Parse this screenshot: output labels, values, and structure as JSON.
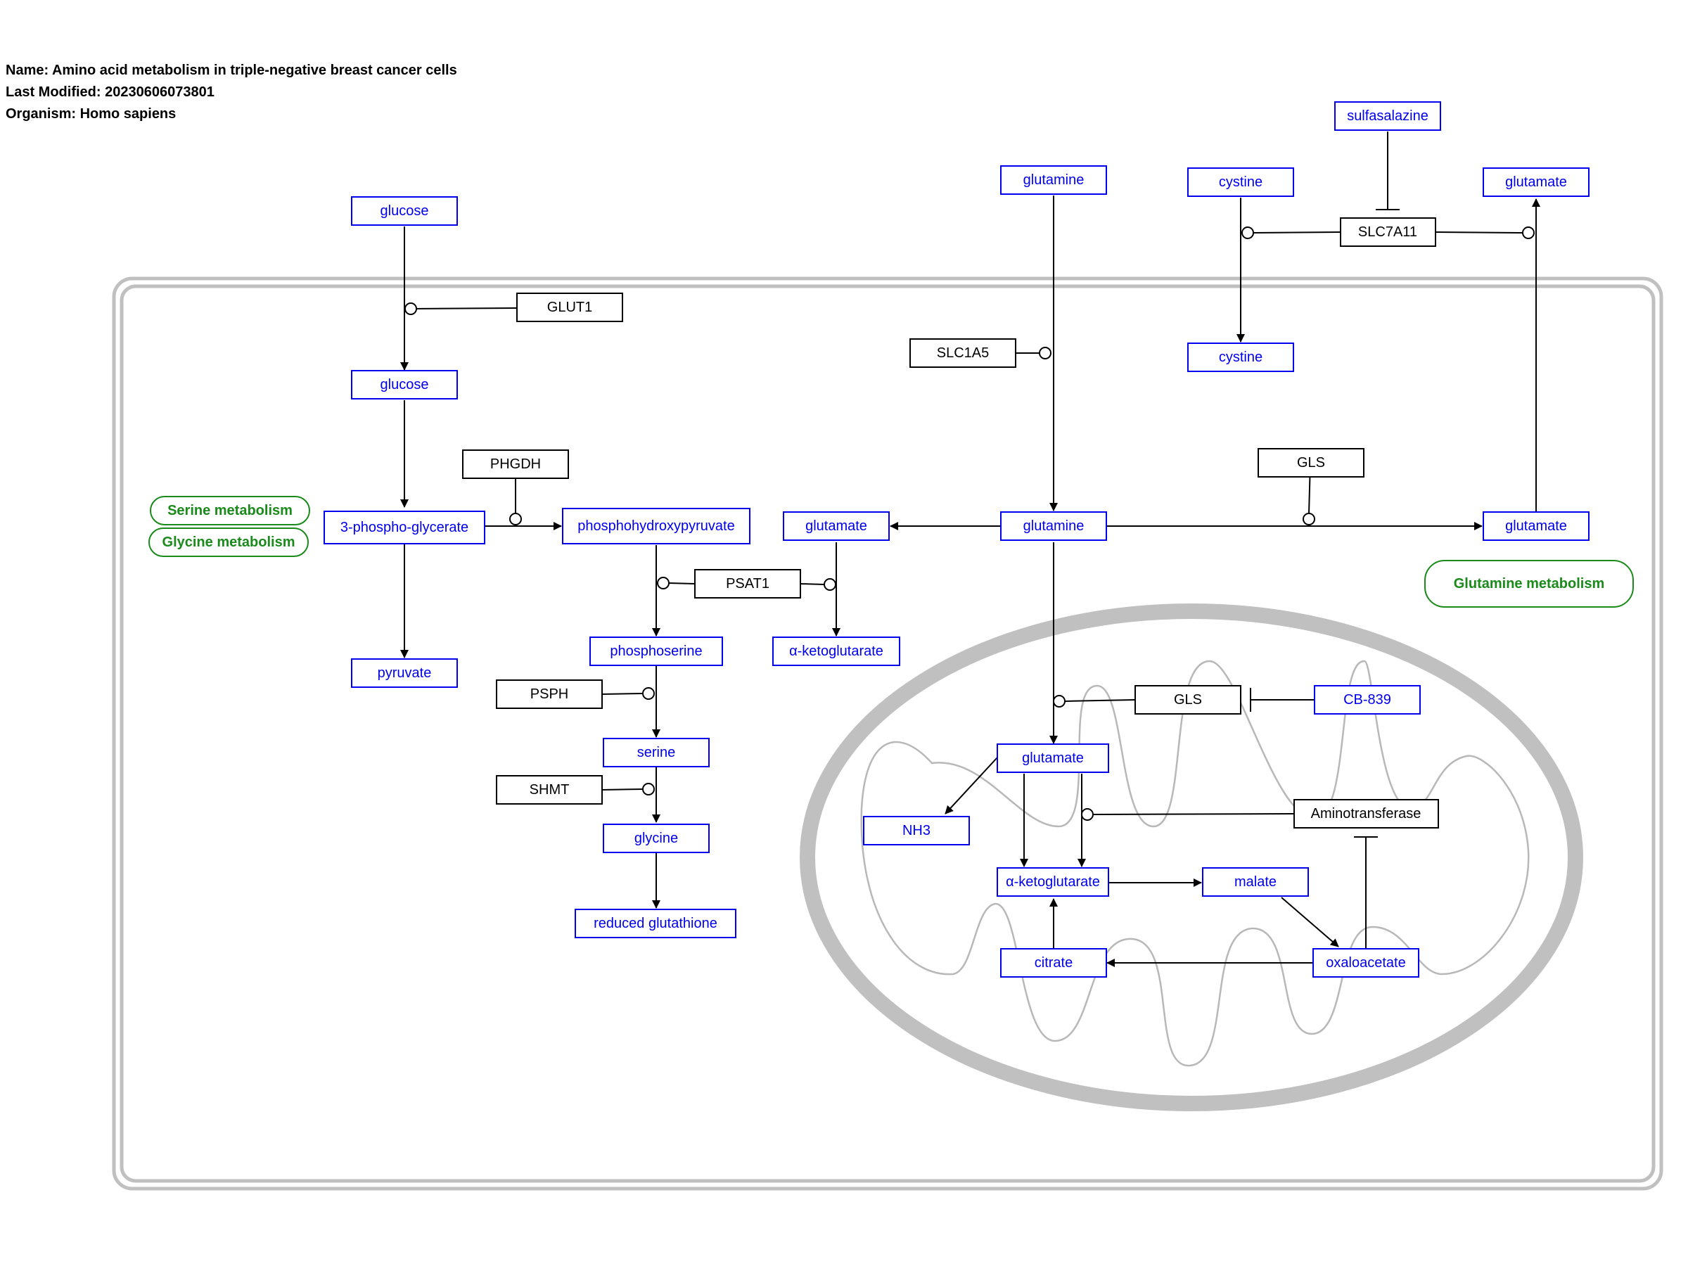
{
  "info": {
    "name": "Name: Amino acid metabolism in triple-negative breast cancer cells",
    "modified": "Last Modified: 20230606073801",
    "organism": "Organism: Homo sapiens"
  },
  "colors": {
    "metabolite": "#0000ee",
    "gene": "#000000",
    "pathway": "#1a8a1a",
    "membrane": "#c0c0c0",
    "cristae": "#b8b8b8"
  },
  "metabolites": [
    {
      "id": "m_glucose_out",
      "label": "glucose"
    },
    {
      "id": "m_glucose_in",
      "label": "glucose"
    },
    {
      "id": "m_3pg",
      "label": "3-phospho-glycerate"
    },
    {
      "id": "m_pyruvate",
      "label": "pyruvate"
    },
    {
      "id": "m_php",
      "label": "phosphohydroxypyruvate"
    },
    {
      "id": "m_phosphoserine",
      "label": "phosphoserine"
    },
    {
      "id": "m_serine",
      "label": "serine"
    },
    {
      "id": "m_glycine",
      "label": "glycine"
    },
    {
      "id": "m_gsh",
      "label": "reduced glutathione"
    },
    {
      "id": "m_glutamine_out",
      "label": "glutamine"
    },
    {
      "id": "m_glutamine_in",
      "label": "glutamine"
    },
    {
      "id": "m_glutamate_cyt_left",
      "label": "glutamate"
    },
    {
      "id": "m_akg_cyt",
      "label": "α-ketoglutarate"
    },
    {
      "id": "m_glutamate_cyt_right",
      "label": "glutamate"
    },
    {
      "id": "m_glutamate_out",
      "label": "glutamate"
    },
    {
      "id": "m_cystine_out",
      "label": "cystine"
    },
    {
      "id": "m_cystine_in",
      "label": "cystine"
    },
    {
      "id": "m_sulfasalazine",
      "label": "sulfasalazine"
    },
    {
      "id": "m_cb839",
      "label": "CB-839"
    },
    {
      "id": "m_glutamate_mito",
      "label": "glutamate"
    },
    {
      "id": "m_nh3",
      "label": "NH3"
    },
    {
      "id": "m_akg_mito",
      "label": "α-ketoglutarate"
    },
    {
      "id": "m_malate",
      "label": "malate"
    },
    {
      "id": "m_oaa",
      "label": "oxaloacetate"
    },
    {
      "id": "m_citrate",
      "label": "citrate"
    }
  ],
  "genes": [
    {
      "id": "g_glut1",
      "label": "GLUT1"
    },
    {
      "id": "g_phgdh",
      "label": "PHGDH"
    },
    {
      "id": "g_psat1",
      "label": "PSAT1"
    },
    {
      "id": "g_psph",
      "label": "PSPH"
    },
    {
      "id": "g_shmt",
      "label": "SHMT"
    },
    {
      "id": "g_slc1a5",
      "label": "SLC1A5"
    },
    {
      "id": "g_slc7a11",
      "label": "SLC7A11"
    },
    {
      "id": "g_gls_cyt",
      "label": "GLS"
    },
    {
      "id": "g_gls_mito",
      "label": "GLS"
    },
    {
      "id": "g_aminotransferase",
      "label": "Aminotransferase"
    }
  ],
  "pathways": [
    {
      "id": "p_serine",
      "label": "Serine metabolism"
    },
    {
      "id": "p_glycine",
      "label": "Glycine metabolism"
    },
    {
      "id": "p_glutamine",
      "label": "Glutamine metabolism"
    }
  ],
  "interactions": [
    {
      "from": "m_glucose_out",
      "to": "m_glucose_in",
      "type": "conversion"
    },
    {
      "from": "g_glut1",
      "to": "m_glucose_out>m_glucose_in",
      "type": "catalysis"
    },
    {
      "from": "m_glucose_in",
      "to": "m_3pg",
      "type": "conversion"
    },
    {
      "from": "m_3pg",
      "to": "m_pyruvate",
      "type": "conversion"
    },
    {
      "from": "m_3pg",
      "to": "m_php",
      "type": "conversion"
    },
    {
      "from": "g_phgdh",
      "to": "m_3pg>m_php",
      "type": "catalysis"
    },
    {
      "from": "m_php",
      "to": "m_phosphoserine",
      "type": "conversion"
    },
    {
      "from": "g_psat1",
      "to": "m_php>m_phosphoserine",
      "type": "catalysis"
    },
    {
      "from": "m_phosphoserine",
      "to": "m_serine",
      "type": "conversion"
    },
    {
      "from": "g_psph",
      "to": "m_phosphoserine>m_serine",
      "type": "catalysis"
    },
    {
      "from": "m_serine",
      "to": "m_glycine",
      "type": "conversion"
    },
    {
      "from": "g_shmt",
      "to": "m_serine>m_glycine",
      "type": "catalysis"
    },
    {
      "from": "m_glycine",
      "to": "m_gsh",
      "type": "conversion"
    },
    {
      "from": "m_glutamine_out",
      "to": "m_glutamine_in",
      "type": "conversion"
    },
    {
      "from": "g_slc1a5",
      "to": "m_glutamine_out>m_glutamine_in",
      "type": "catalysis"
    },
    {
      "from": "m_glutamine_in",
      "to": "m_glutamate_cyt_left",
      "type": "conversion"
    },
    {
      "from": "m_glutamate_cyt_left",
      "to": "m_akg_cyt",
      "type": "conversion"
    },
    {
      "from": "g_psat1",
      "to": "m_glutamate_cyt_left>m_akg_cyt",
      "type": "catalysis"
    },
    {
      "from": "m_glutamine_in",
      "to": "m_glutamate_cyt_right",
      "type": "conversion"
    },
    {
      "from": "g_gls_cyt",
      "to": "m_glutamine_in>m_glutamate_cyt_right",
      "type": "catalysis"
    },
    {
      "from": "m_glutamate_cyt_right",
      "to": "m_glutamate_out",
      "type": "conversion"
    },
    {
      "from": "m_cystine_out",
      "to": "m_cystine_in",
      "type": "conversion"
    },
    {
      "from": "g_slc7a11",
      "to": "m_cystine_out>m_cystine_in",
      "type": "catalysis"
    },
    {
      "from": "g_slc7a11",
      "to": "m_glutamate_cyt_right>m_glutamate_out",
      "type": "catalysis"
    },
    {
      "from": "m_sulfasalazine",
      "to": "g_slc7a11",
      "type": "inhibition"
    },
    {
      "from": "m_glutamine_in",
      "to": "m_glutamate_mito",
      "type": "conversion"
    },
    {
      "from": "g_gls_mito",
      "to": "m_glutamine_in>m_glutamate_mito",
      "type": "catalysis"
    },
    {
      "from": "m_cb839",
      "to": "g_gls_mito",
      "type": "inhibition"
    },
    {
      "from": "m_glutamate_mito",
      "to": "m_nh3",
      "type": "conversion"
    },
    {
      "from": "m_glutamate_mito",
      "to": "m_akg_mito",
      "type": "conversion"
    },
    {
      "from": "g_aminotransferase",
      "to": "m_glutamate_mito>m_akg_mito",
      "type": "catalysis"
    },
    {
      "from": "m_akg_mito",
      "to": "m_malate",
      "type": "conversion"
    },
    {
      "from": "m_malate",
      "to": "m_oaa",
      "type": "conversion"
    },
    {
      "from": "m_oaa",
      "to": "m_citrate",
      "type": "conversion"
    },
    {
      "from": "m_citrate",
      "to": "m_akg_mito",
      "type": "conversion"
    },
    {
      "from": "m_oaa",
      "to": "g_aminotransferase",
      "type": "inhibition"
    }
  ]
}
